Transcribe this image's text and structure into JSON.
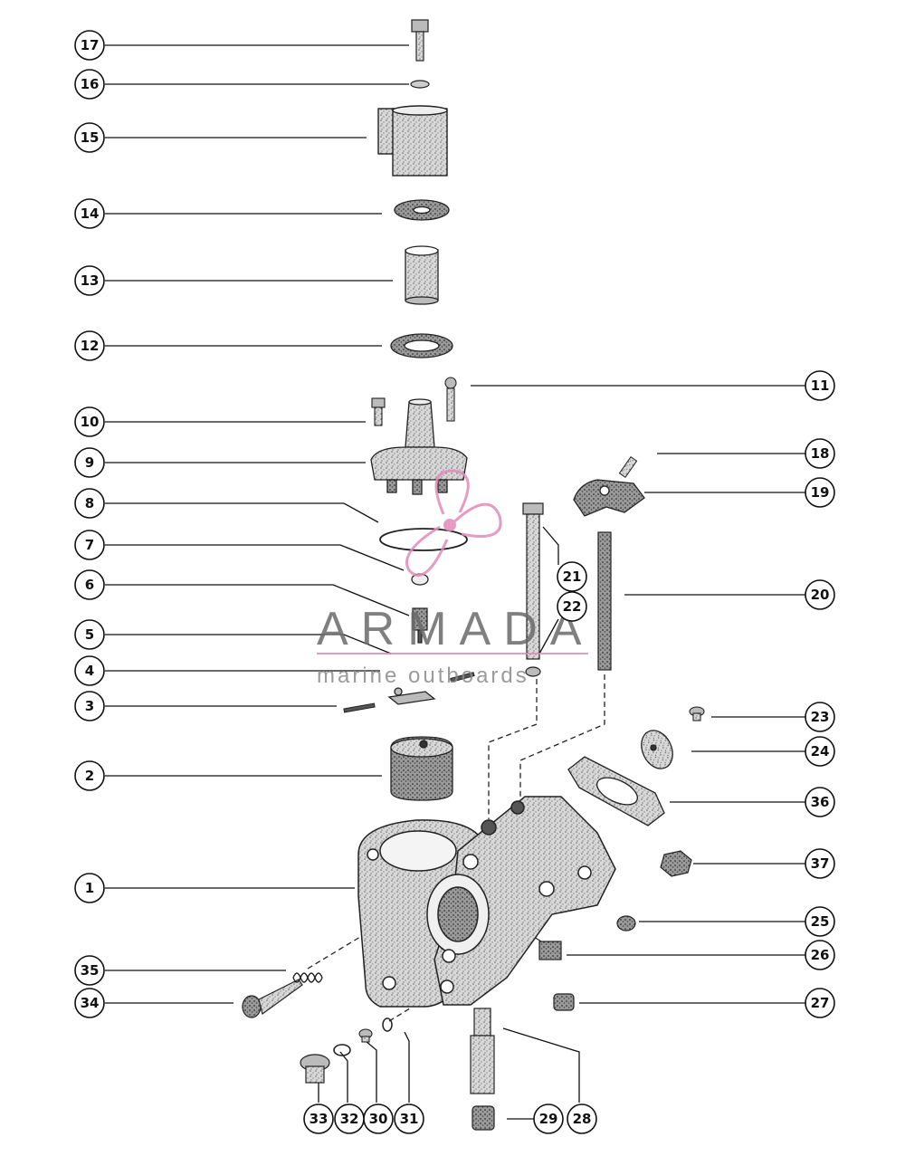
{
  "diagram": {
    "callouts": [
      "1",
      "2",
      "3",
      "4",
      "5",
      "6",
      "7",
      "8",
      "9",
      "10",
      "11",
      "12",
      "13",
      "14",
      "15",
      "16",
      "17",
      "18",
      "19",
      "20",
      "21",
      "22",
      "23",
      "24",
      "25",
      "26",
      "27",
      "28",
      "29",
      "30",
      "31",
      "32",
      "33",
      "34",
      "35",
      "36",
      "37"
    ]
  },
  "watermark": {
    "brand": "ARMADA",
    "tagline": "marine outboards",
    "accent_color": "#e28ab8",
    "icon": "propeller-logo-icon"
  }
}
